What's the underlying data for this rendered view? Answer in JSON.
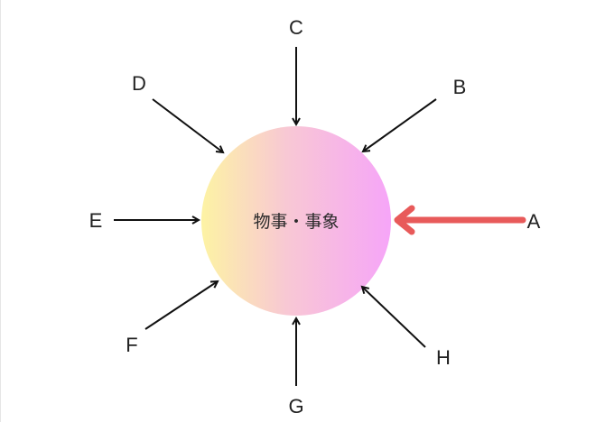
{
  "center_label": "物事・事象",
  "colors": {
    "gradient_start": "#fdf3a4",
    "gradient_mid": "#f8c8d4",
    "gradient_end": "#f6a5f8",
    "highlight_arrow": "#e85a5a",
    "arrow": "#111111"
  },
  "arrows": [
    {
      "id": "A",
      "label": "A",
      "highlight": true
    },
    {
      "id": "B",
      "label": "B"
    },
    {
      "id": "C",
      "label": "C"
    },
    {
      "id": "D",
      "label": "D"
    },
    {
      "id": "E",
      "label": "E"
    },
    {
      "id": "F",
      "label": "F"
    },
    {
      "id": "G",
      "label": "G"
    },
    {
      "id": "H",
      "label": "H"
    }
  ]
}
